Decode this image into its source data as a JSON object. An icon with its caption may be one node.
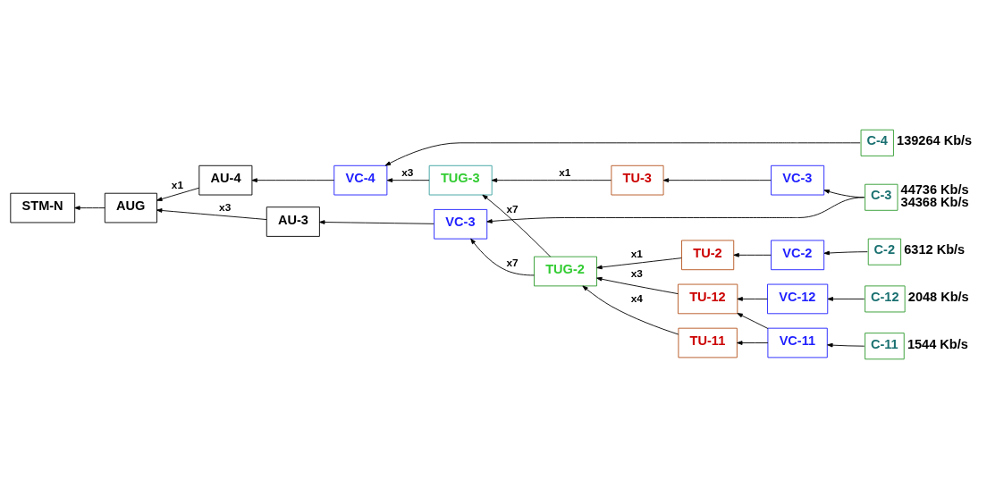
{
  "diagram": {
    "nodes": [
      {
        "text": [
          "AU-4"
        ]
      },
      {
        "text": [
          "VC-4"
        ]
      },
      {
        "text": [
          "C-4"
        ],
        "beside": [
          "139264 Kb/s"
        ]
      },
      {
        "text": [
          "STM-N"
        ]
      },
      {
        "text": [
          "AUG"
        ]
      },
      {
        "text": [
          "TUG-3"
        ]
      },
      {
        "text": [
          "TU-3"
        ]
      },
      {
        "text": [
          "VC-3"
        ]
      },
      {
        "text": [
          "AU-3"
        ]
      },
      {
        "text": [
          "VC-3"
        ]
      },
      {
        "text": [
          "C-3"
        ],
        "beside": [
          "44736 Kb/s",
          "34368 Kb/s"
        ]
      },
      {
        "text": [
          "TUG-2"
        ]
      },
      {
        "text": [
          "TU-2"
        ]
      },
      {
        "text": [
          "VC-2"
        ]
      },
      {
        "text": [
          "C-2"
        ],
        "beside": [
          "6312 Kb/s"
        ]
      },
      {
        "text": [
          "TU-12"
        ]
      },
      {
        "text": [
          "VC-12"
        ]
      },
      {
        "text": [
          "C-12"
        ],
        "beside": [
          "2048 Kb/s"
        ]
      },
      {
        "text": [
          "TU-11"
        ]
      },
      {
        "text": [
          "VC-11"
        ]
      },
      {
        "text": [
          "C-11"
        ],
        "beside": [
          "1544 Kb/s"
        ]
      }
    ],
    "edges": [
      {
        "from": 2,
        "to": 1,
        "arrow": "to"
      },
      {
        "from": 1,
        "to": 0,
        "arrow": "to"
      },
      {
        "from": 0,
        "to": 4,
        "arrow": "to",
        "label": "x1"
      },
      {
        "from": 4,
        "to": 3,
        "arrow": "to"
      },
      {
        "from": 8,
        "to": 4,
        "arrow": "to",
        "label": "x3"
      },
      {
        "from": 9,
        "to": 8,
        "arrow": "to"
      },
      {
        "from": 5,
        "to": 1,
        "arrow": "to",
        "label": "x3"
      },
      {
        "from": 6,
        "to": 5,
        "arrow": "to",
        "label": "x1"
      },
      {
        "from": 7,
        "to": 6,
        "arrow": "to"
      },
      {
        "from": 10,
        "to": 7,
        "arrow": "to"
      },
      {
        "from": 10,
        "to": 9,
        "arrow": "to"
      },
      {
        "from": 11,
        "to": 9,
        "arrow": "to",
        "label": "x7"
      },
      {
        "from": 11,
        "to": 5,
        "arrow": "to",
        "label": "x7"
      },
      {
        "from": 12,
        "to": 11,
        "arrow": "to",
        "label": "x1"
      },
      {
        "from": 13,
        "to": 12,
        "arrow": "to"
      },
      {
        "from": 14,
        "to": 13,
        "arrow": "to"
      },
      {
        "from": 15,
        "to": 11,
        "arrow": "to",
        "label": "x3"
      },
      {
        "from": 16,
        "to": 15,
        "arrow": "to"
      },
      {
        "from": 17,
        "to": 16,
        "arrow": "to"
      },
      {
        "from": 18,
        "to": 11,
        "arrow": "to",
        "label": "x4"
      },
      {
        "from": 19,
        "to": 18,
        "arrow": "to"
      },
      {
        "from": 20,
        "to": 19,
        "arrow": "to"
      },
      {
        "from": 19,
        "to": 15,
        "arrow": "to"
      }
    ]
  }
}
